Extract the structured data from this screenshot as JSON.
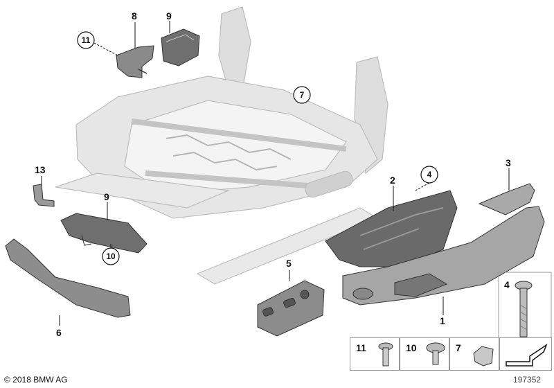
{
  "diagram": {
    "callouts": {
      "c1": "1",
      "c2": "2",
      "c3": "3",
      "c4_bolt": "4",
      "c5": "5",
      "c6": "6",
      "c8": "8",
      "c9_top": "9",
      "c9_left": "9",
      "c13": "13"
    },
    "circled_refs": {
      "r11": "11",
      "r7": "7",
      "r4": "4",
      "r10": "10"
    }
  },
  "legend": {
    "items": [
      {
        "num": "11",
        "icon": "screw-icon"
      },
      {
        "num": "10",
        "icon": "pan-head-screw-icon"
      },
      {
        "num": "7",
        "icon": "clip-nut-icon"
      }
    ],
    "reference_icon": "direction-arrow-icon"
  },
  "footer": {
    "copyright": "© 2018 BMW AG",
    "diagram_id": "197352"
  },
  "colors": {
    "frame": "#d8d8d8",
    "part_dark": "#6f6f6f",
    "part_mid": "#a6a6a6",
    "outline": "#333333"
  }
}
